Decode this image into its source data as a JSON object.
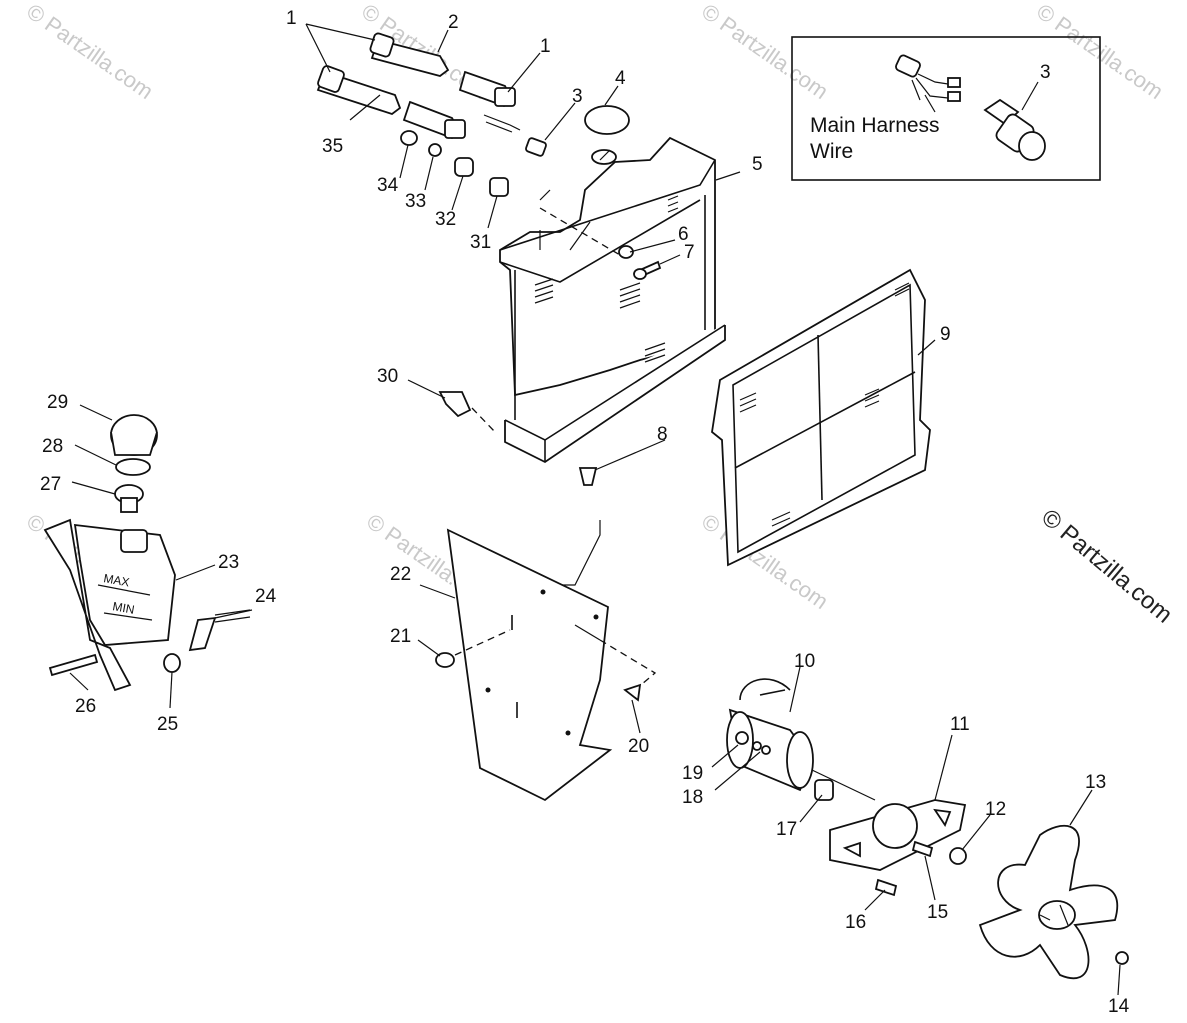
{
  "watermark": "© Partzilla.com",
  "copyright_label": "© Partzilla.com",
  "inset": {
    "label_line1": "Main Harness",
    "label_line2": "Wire"
  },
  "labels": {
    "l1a": "1",
    "l1b": "1",
    "l2": "2",
    "l3a": "3",
    "l3b": "3",
    "l4": "4",
    "l5": "5",
    "l6": "6",
    "l7": "7",
    "l8": "8",
    "l9": "9",
    "l10": "10",
    "l11": "11",
    "l12": "12",
    "l13": "13",
    "l14": "14",
    "l15": "15",
    "l16": "16",
    "l17": "17",
    "l18": "18",
    "l19": "19",
    "l20": "20",
    "l21": "21",
    "l22": "22",
    "l23": "23",
    "l24": "24",
    "l25": "25",
    "l26": "26",
    "l27": "27",
    "l28": "28",
    "l29": "29",
    "l30": "30",
    "l31": "31",
    "l32": "32",
    "l33": "33",
    "l34": "34",
    "l35": "35"
  },
  "tank": {
    "max": "MAX",
    "min": "MIN"
  }
}
